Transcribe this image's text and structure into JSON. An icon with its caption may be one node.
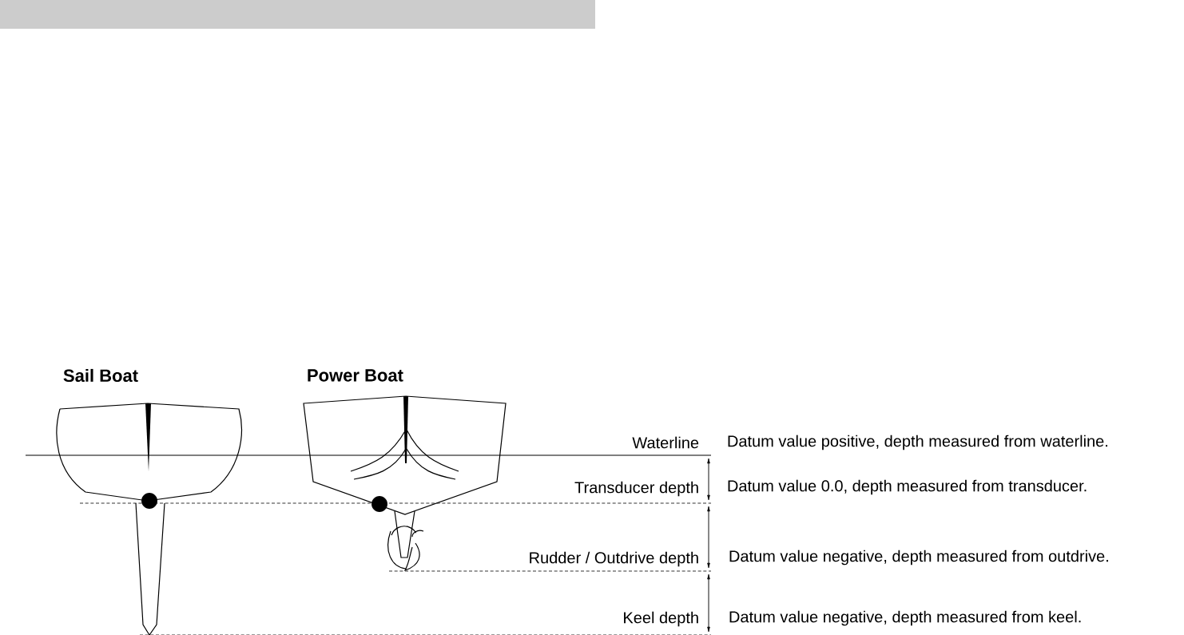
{
  "diagram": {
    "labels": [
      "Sail Boat",
      "Power Boat",
      "Waterline",
      "Datum value positive, depth measured from waterline.",
      "Transducer depth",
      "Datum value 0.0, depth measured from transducer.",
      "Rudder / Outdrive depth",
      "Datum value negative, depth measured from outdrive.",
      "Keel depth",
      "Datum value negative, depth measured from keel."
    ]
  }
}
